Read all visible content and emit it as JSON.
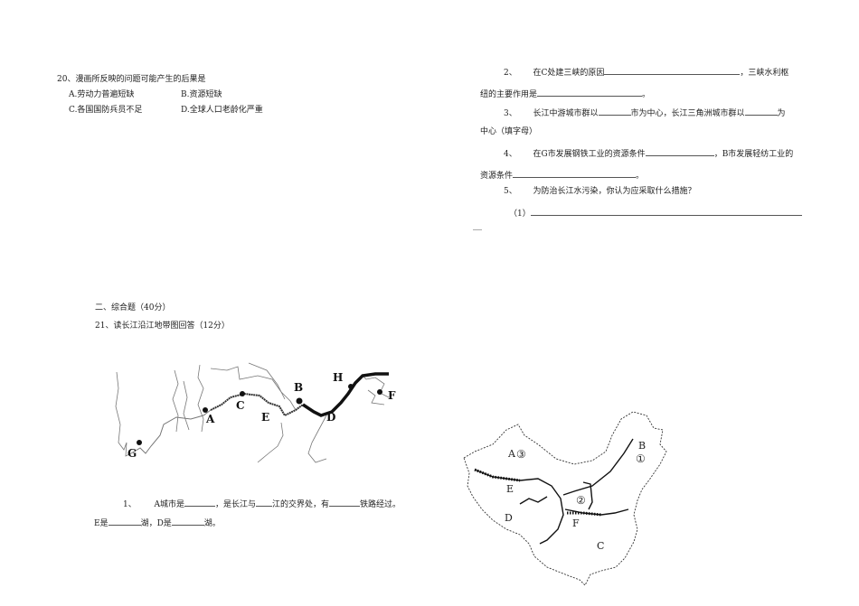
{
  "q20": {
    "stem": "20、漫画所反映的问题可能产生的后果是",
    "options": {
      "a": "A.劳动力普遍短缺",
      "b": "B.资源短缺",
      "c": "C.各国国防兵员不足",
      "d": "D.全球人口老龄化严重"
    }
  },
  "right": {
    "q2": {
      "num": "2、",
      "text1": "在C处建三峡的原因",
      "text2": "，三峡水利枢",
      "text3": "纽的主要作用是",
      "end": "。"
    },
    "q3": {
      "num": "3、",
      "text1": "长江中游城市群以",
      "text2": "市为中心，长江三角洲城市群以",
      "text3": "为",
      "text4": "中心（填字母）"
    },
    "q4": {
      "num": "4、",
      "text1": "在G市发展钢铁工业的资源条件",
      "text2": "，B市发展轻纺工业的",
      "text3": "资源条件",
      "end": "。"
    },
    "q5": {
      "num": "5、",
      "text": "为防治长江水污染，你认为应采取什么措施？",
      "sub1": "（1）"
    },
    "dash": "—"
  },
  "section2": {
    "title": "二、综合题（40分）",
    "q21": "21、读长江沿江地带图回答（12分）"
  },
  "yangtze_map": {
    "labels": [
      "A",
      "B",
      "C",
      "D",
      "E",
      "F",
      "G",
      "H"
    ]
  },
  "q1": {
    "num": "1、",
    "text1": "A城市是",
    "text2": "，是长江与",
    "text3": "江的交界处，有",
    "text4": "铁路经过。",
    "text5": "E是",
    "text6": "湖，D是",
    "text7": "湖。"
  },
  "china_map": {
    "labels": [
      "A",
      "③",
      "B",
      "①",
      "E",
      "②",
      "D",
      "F",
      "C"
    ]
  }
}
